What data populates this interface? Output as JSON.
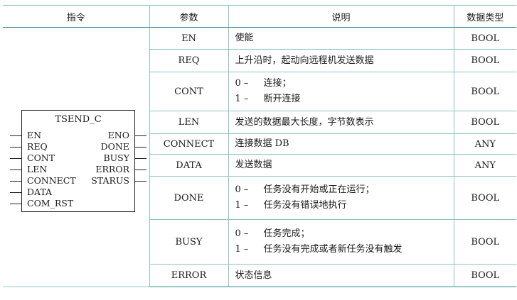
{
  "table": {
    "headers": [
      "指令",
      "参数",
      "说明",
      "数据类型"
    ],
    "rows": [
      {
        "param": "EN",
        "desc": [
          "使能"
        ],
        "type": "BOOL"
      },
      {
        "param": "REQ",
        "desc": [
          "上升沿时，起动向远程机发送数据"
        ],
        "type": "BOOL"
      },
      {
        "param": "CONT",
        "desc": [
          {
            "num": "0 –",
            "text": "连接；"
          },
          {
            "num": "1 –",
            "text": "断开连接"
          }
        ],
        "type": "BOOL"
      },
      {
        "param": "LEN",
        "desc": [
          "发送的数据最大长度，字节数表示"
        ],
        "type": "BOOL"
      },
      {
        "param": "CONNECT",
        "desc": [
          "连接数据 DB"
        ],
        "type": "ANY"
      },
      {
        "param": "DATA",
        "desc": [
          "发送数据"
        ],
        "type": "ANY"
      },
      {
        "param": "DONE",
        "desc": [
          {
            "num": "0 –",
            "text": "任务没有开始或正在运行；"
          },
          {
            "num": "1 –",
            "text": "任务没有错误地执行"
          }
        ],
        "type": "BOOL"
      },
      {
        "param": "BUSY",
        "desc": [
          {
            "num": "0 –",
            "text": "任务完成；"
          },
          {
            "num": "1 –",
            "text": "任务没有完成或者新任务没有触发"
          }
        ],
        "type": "BOOL"
      },
      {
        "param": "ERROR",
        "desc": [
          "状态信息"
        ],
        "type": "BOOL"
      }
    ]
  },
  "block": {
    "title": "TSEND_C",
    "inputs": [
      "EN",
      "REQ",
      "CONT",
      "LEN",
      "CONNECT",
      "DATA",
      "COM_RST"
    ],
    "outputs": [
      "ENO",
      "DONE",
      "BUSY",
      "ERROR",
      "STARUS"
    ]
  }
}
